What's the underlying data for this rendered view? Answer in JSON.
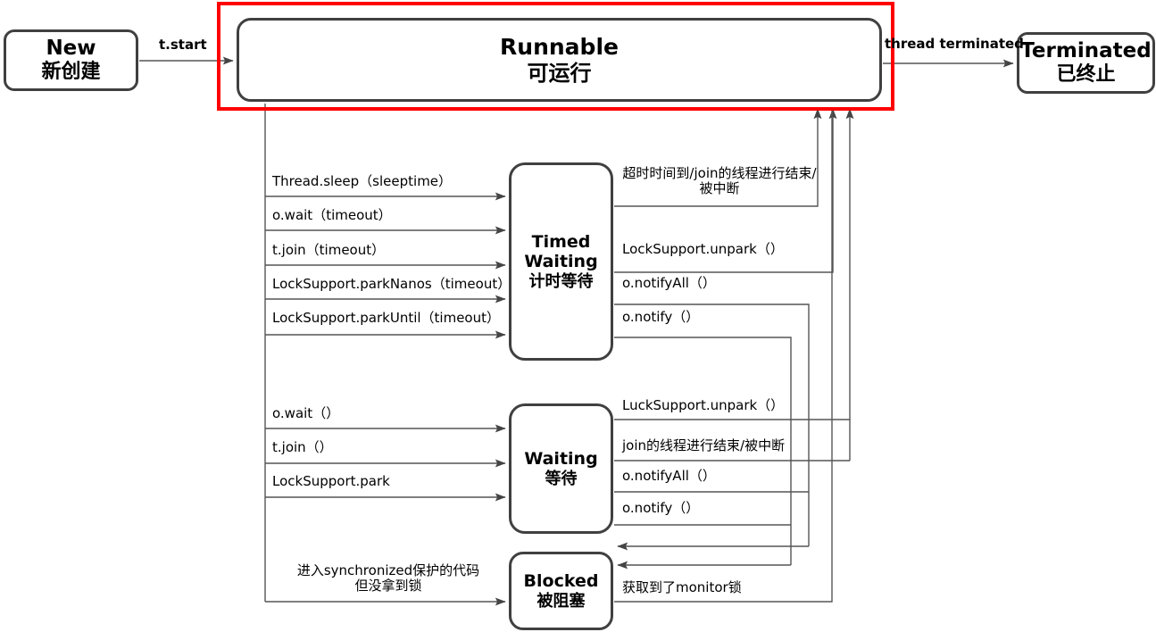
{
  "diagram": {
    "title": "Java Thread State Transition Diagram",
    "highlight_color": "#ff0000",
    "box_border_color": "#404040",
    "line_color": "#555555"
  },
  "states": {
    "new": {
      "en": "New",
      "cn": "新创建"
    },
    "runnable": {
      "en": "Runnable",
      "cn": "可运行"
    },
    "terminated": {
      "en": "Terminated",
      "cn": "已终止"
    },
    "timed_waiting": {
      "en1": "Timed",
      "en2": "Waiting",
      "cn": "计时等待"
    },
    "waiting": {
      "en": "Waiting",
      "cn": "等待"
    },
    "blocked": {
      "en": "Blocked",
      "cn": "被阻塞"
    }
  },
  "transitions": {
    "start": "t.start",
    "terminated": "thread terminated",
    "to_timed_waiting": [
      "Thread.sleep（sleeptime）",
      "o.wait（timeout）",
      "t.join（timeout）",
      "LockSupport.parkNanos（timeout）",
      "LockSupport.parkUntil（timeout）"
    ],
    "from_timed_waiting": [
      {
        "line1": "超时时间到/join的线程进行结束/",
        "line2": "被中断"
      },
      {
        "line1": "LockSupport.unpark（）"
      },
      {
        "line1": "o.notifyAll（）"
      },
      {
        "line1": "o.notify（）"
      }
    ],
    "to_waiting": [
      "o.wait（）",
      "t.join（）",
      "LockSupport.park"
    ],
    "from_waiting": [
      "LuckSupport.unpark（）",
      "join的线程进行结束/被中断",
      "o.notifyAll（）",
      "o.notify（）"
    ],
    "to_blocked": {
      "line1": "进入synchronized保护的代码",
      "line2": "但没拿到锁"
    },
    "from_blocked": "获取到了monitor锁"
  }
}
